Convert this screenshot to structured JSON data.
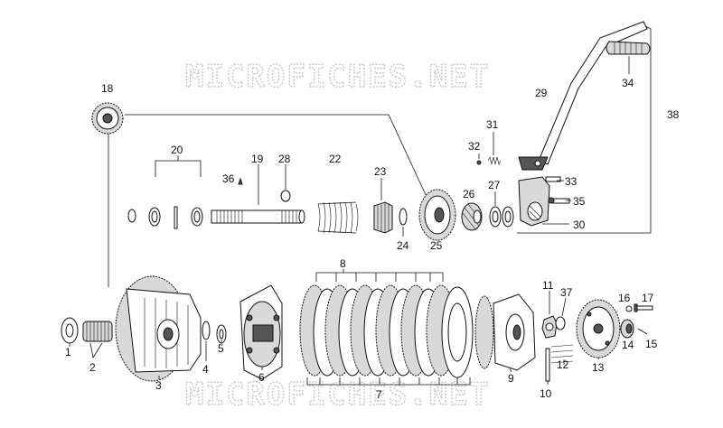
{
  "watermark": {
    "top": "MICROFICHES.NET",
    "bottom": "MICROFICHES.NET"
  },
  "callouts": [
    {
      "id": "c1",
      "label": "1"
    },
    {
      "id": "c2",
      "label": "2"
    },
    {
      "id": "c3",
      "label": "3"
    },
    {
      "id": "c4",
      "label": "4"
    },
    {
      "id": "c5",
      "label": "5"
    },
    {
      "id": "c6",
      "label": "6"
    },
    {
      "id": "c7",
      "label": "7"
    },
    {
      "id": "c8",
      "label": "8"
    },
    {
      "id": "c9",
      "label": "9"
    },
    {
      "id": "c10",
      "label": "10"
    },
    {
      "id": "c11",
      "label": "11"
    },
    {
      "id": "c12",
      "label": "12"
    },
    {
      "id": "c13",
      "label": "13"
    },
    {
      "id": "c14",
      "label": "14"
    },
    {
      "id": "c15",
      "label": "15"
    },
    {
      "id": "c16",
      "label": "16"
    },
    {
      "id": "c17",
      "label": "17"
    },
    {
      "id": "c18",
      "label": "18"
    },
    {
      "id": "c19",
      "label": "19"
    },
    {
      "id": "c20",
      "label": "20"
    },
    {
      "id": "c22",
      "label": "22"
    },
    {
      "id": "c23",
      "label": "23"
    },
    {
      "id": "c24",
      "label": "24"
    },
    {
      "id": "c25",
      "label": "25"
    },
    {
      "id": "c26",
      "label": "26"
    },
    {
      "id": "c27",
      "label": "27"
    },
    {
      "id": "c28",
      "label": "28"
    },
    {
      "id": "c29",
      "label": "29"
    },
    {
      "id": "c30",
      "label": "30"
    },
    {
      "id": "c31",
      "label": "31"
    },
    {
      "id": "c32",
      "label": "32"
    },
    {
      "id": "c33",
      "label": "33"
    },
    {
      "id": "c34",
      "label": "34"
    },
    {
      "id": "c35",
      "label": "35"
    },
    {
      "id": "c36",
      "label": "36"
    },
    {
      "id": "c37",
      "label": "37"
    },
    {
      "id": "c38",
      "label": "38"
    }
  ]
}
